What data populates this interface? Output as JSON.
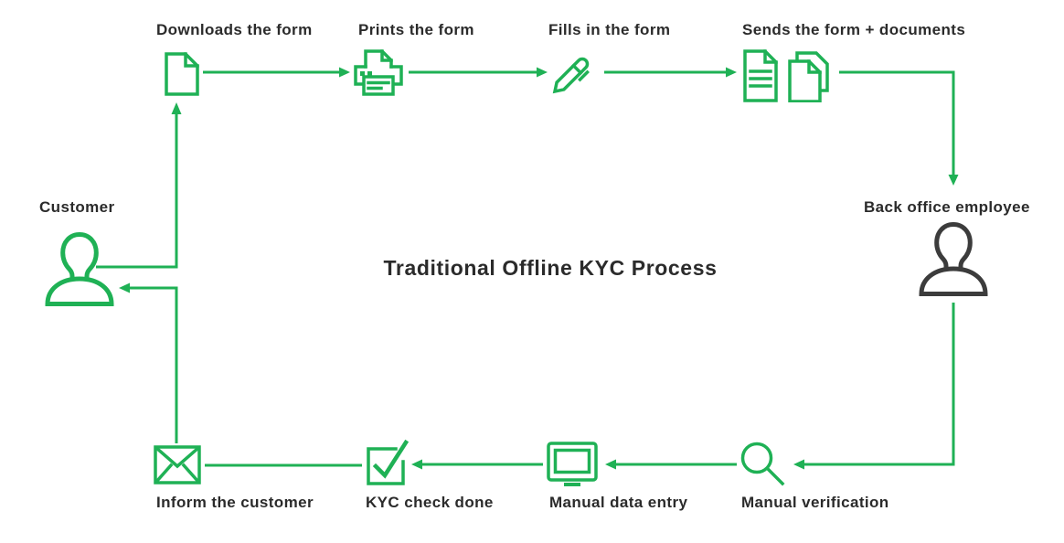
{
  "title": "Traditional Offline KYC Process",
  "colors": {
    "accent_green": "#1fb155",
    "text_dark": "#2b2b2b",
    "employee_icon": "#3c3c3c",
    "background": "#ffffff"
  },
  "nodes": {
    "downloads": {
      "label": "Downloads the form",
      "icon": "document-icon"
    },
    "prints": {
      "label": "Prints the form",
      "icon": "printer-icon"
    },
    "fills": {
      "label": "Fills in the form",
      "icon": "pen-icon"
    },
    "sends": {
      "label": "Sends the form + documents",
      "icon": "documents-icon"
    },
    "back_office": {
      "label": "Back office employee",
      "icon": "person-icon"
    },
    "manual_verification": {
      "label": "Manual verification",
      "icon": "magnifier-icon"
    },
    "manual_data_entry": {
      "label": "Manual data entry",
      "icon": "monitor-icon"
    },
    "kyc_check_done": {
      "label": "KYC check done",
      "icon": "checkbox-check-icon"
    },
    "inform_customer": {
      "label": "Inform the customer",
      "icon": "envelope-icon"
    },
    "customer": {
      "label": "Customer",
      "icon": "person-icon"
    }
  }
}
